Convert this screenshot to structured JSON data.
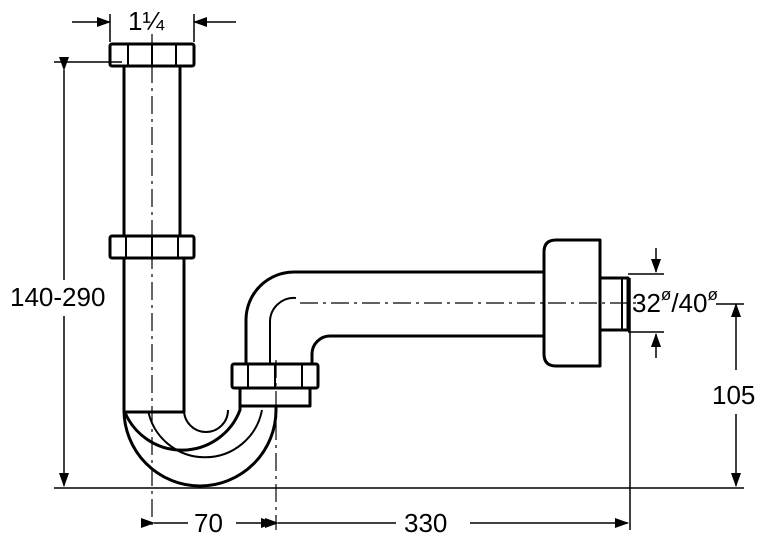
{
  "dimensions": {
    "inlet_size": "1¼",
    "height_range": "140-290",
    "offset": "70",
    "length": "330",
    "outlet_diameters": {
      "small": "32",
      "large": "40",
      "symbol": "ø"
    },
    "outlet_height": "105"
  },
  "colors": {
    "line": "#000000",
    "background": "#ffffff"
  }
}
